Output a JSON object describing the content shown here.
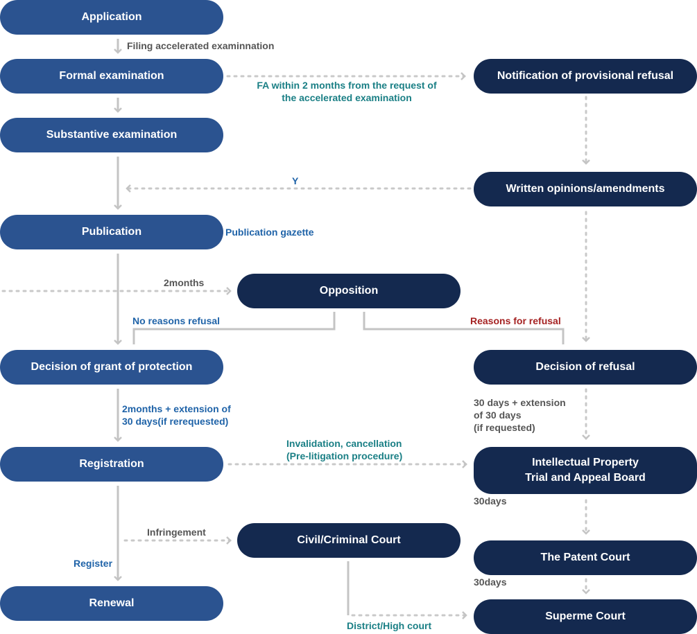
{
  "nodes": {
    "application": "Application",
    "formal_examination": "Formal examination",
    "substantive_examination": "Substantive examination",
    "publication": "Publication",
    "decision_grant": "Decision of grant of protection",
    "registration": "Registration",
    "renewal": "Renewal",
    "notification_refusal": "Notification of provisional refusal",
    "written_opinions": "Written opinions/amendments",
    "opposition": "Opposition",
    "decision_refusal": "Decision of refusal",
    "iptab_line1": "Intellectual Property",
    "iptab_line2": "Trial and Appeal Board",
    "civil_court": "Civil/Criminal Court",
    "patent_court": "The Patent Court",
    "supreme_court": "Superme Court"
  },
  "labels": {
    "filing_accelerated": "Filing accelerated examinnation",
    "fa_within_line1": "FA within 2 months from the request of",
    "fa_within_line2": "the accelerated examination",
    "y": "Y",
    "publication_gazette": "Publication gazette",
    "two_months": "2months",
    "no_reasons_refusal": "No reasons refusal",
    "reasons_for_refusal": "Reasons for refusal",
    "grant_period_line1": "2months + extension of",
    "grant_period_line2": "30 days(if rerequested)",
    "refusal_period_line1": "30 days + extension",
    "refusal_period_line2": "of 30 days",
    "refusal_period_line3": "(if requested)",
    "invalidation_line1": "Invalidation, cancellation",
    "invalidation_line2": "(Pre-litigation procedure)",
    "thirty_days_1": "30days",
    "infringement": "Infringement",
    "register": "Register",
    "thirty_days_2": "30days",
    "district_high_court": "District/High court"
  },
  "colors": {
    "left_node": "#2b5390",
    "right_node": "#14294f",
    "solid_line": "#c4c4c4",
    "dotted_line": "#c9c9c9",
    "label_gray": "#555555",
    "label_teal": "#1a7f85",
    "label_blue": "#1f63a8",
    "label_red": "#a52222"
  }
}
